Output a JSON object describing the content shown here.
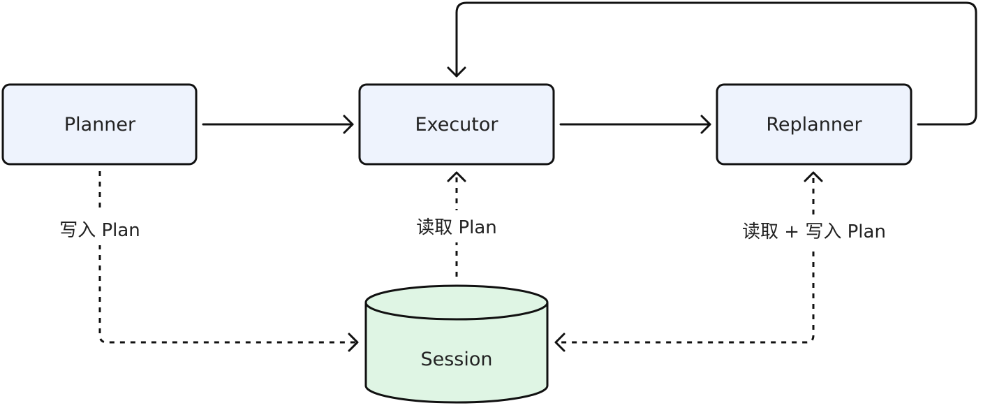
{
  "nodes": {
    "planner": {
      "label": "Planner"
    },
    "executor": {
      "label": "Executor"
    },
    "replanner": {
      "label": "Replanner"
    },
    "session": {
      "label": "Session"
    }
  },
  "edges": {
    "planner_to_session": {
      "label": "写入 Plan"
    },
    "session_to_executor": {
      "label": "读取 Plan"
    },
    "replanner_session": {
      "label": "读取 + 写入 Plan"
    }
  },
  "colors": {
    "box_fill": "#eef3fd",
    "db_fill": "#dff5e4",
    "stroke": "#111111"
  }
}
